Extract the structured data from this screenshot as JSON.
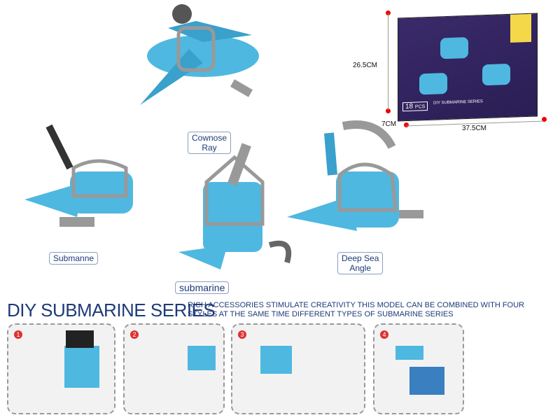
{
  "models": [
    {
      "label": "Cownose\nRay"
    },
    {
      "label": "Submanne"
    },
    {
      "label": "submarine"
    },
    {
      "label": "Deep Sea\nAngle"
    }
  ],
  "box": {
    "pieces": "18",
    "pieces_unit": "PCS",
    "series": "DIY SUBMARINE SERIES",
    "height": "26.5CM",
    "depth": "7CM",
    "width": "37.5CM"
  },
  "title": "DIY SUBMARINE SERIES",
  "description": "RICH ACCESSORIES STIMULATE CREATIVITY THIS MODEL CAN BE COMBINED WITH FOUR STYLES AT THE SAME TIME DIFFERENT TYPES OF SUBMARINE SERIES",
  "steps": [
    "1",
    "2",
    "3",
    "4"
  ],
  "colors": {
    "accent": "#1e3a78",
    "blue": "#4fb8e0",
    "grey": "#9a9a9a",
    "box": "#2f2160"
  }
}
